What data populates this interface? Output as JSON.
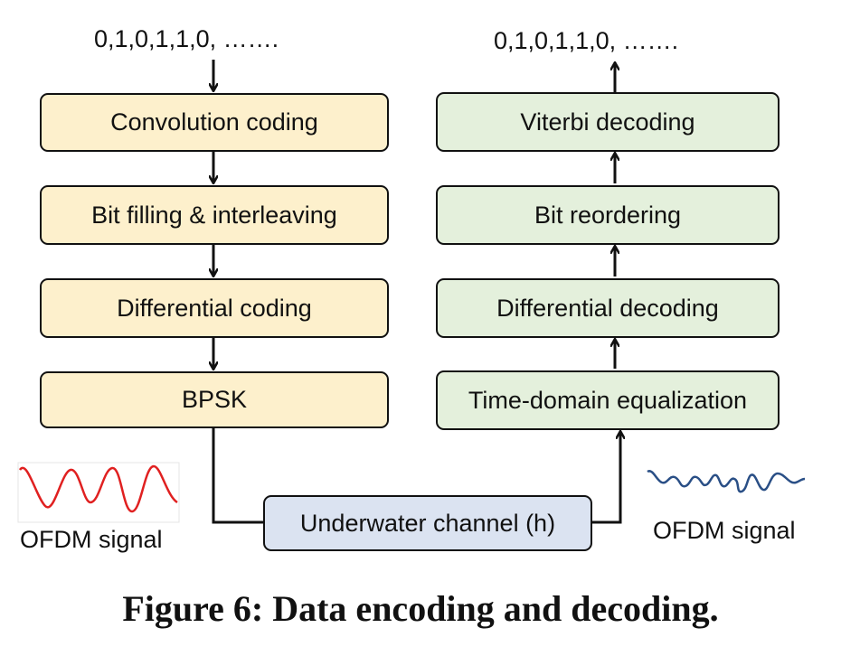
{
  "input_bits": "0,1,0,1,1,0, …….",
  "output_bits": "0,1,0,1,1,0, …….",
  "encoder": {
    "steps": [
      "Convolution coding",
      "Bit filling & interleaving",
      "Differential coding",
      "BPSK"
    ]
  },
  "decoder": {
    "steps": [
      "Viterbi decoding",
      "Bit reordering",
      "Differential decoding",
      "Time-domain equalization"
    ]
  },
  "channel": {
    "label": "Underwater channel (h)"
  },
  "tx_signal_label": "OFDM signal",
  "rx_signal_label": "OFDM signal",
  "caption": "Figure 6: Data encoding and decoding.",
  "colors": {
    "encoder_fill": "#fdf0cc",
    "decoder_fill": "#e4f0dc",
    "channel_fill": "#dbe3f1",
    "tx_wave": "#e02020",
    "rx_wave": "#2a4f86"
  }
}
